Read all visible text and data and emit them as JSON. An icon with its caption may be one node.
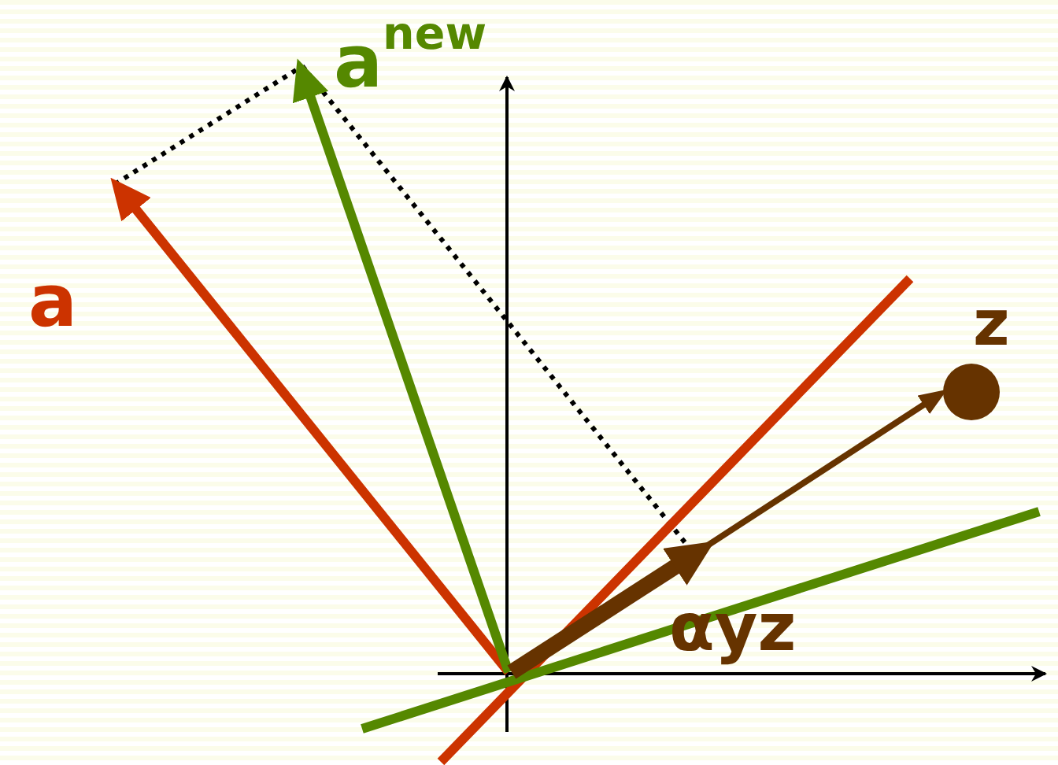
{
  "diagram": {
    "labels": [
      "a$^{new}$",
      "a",
      "z",
      "αyz"
    ]
  }
}
